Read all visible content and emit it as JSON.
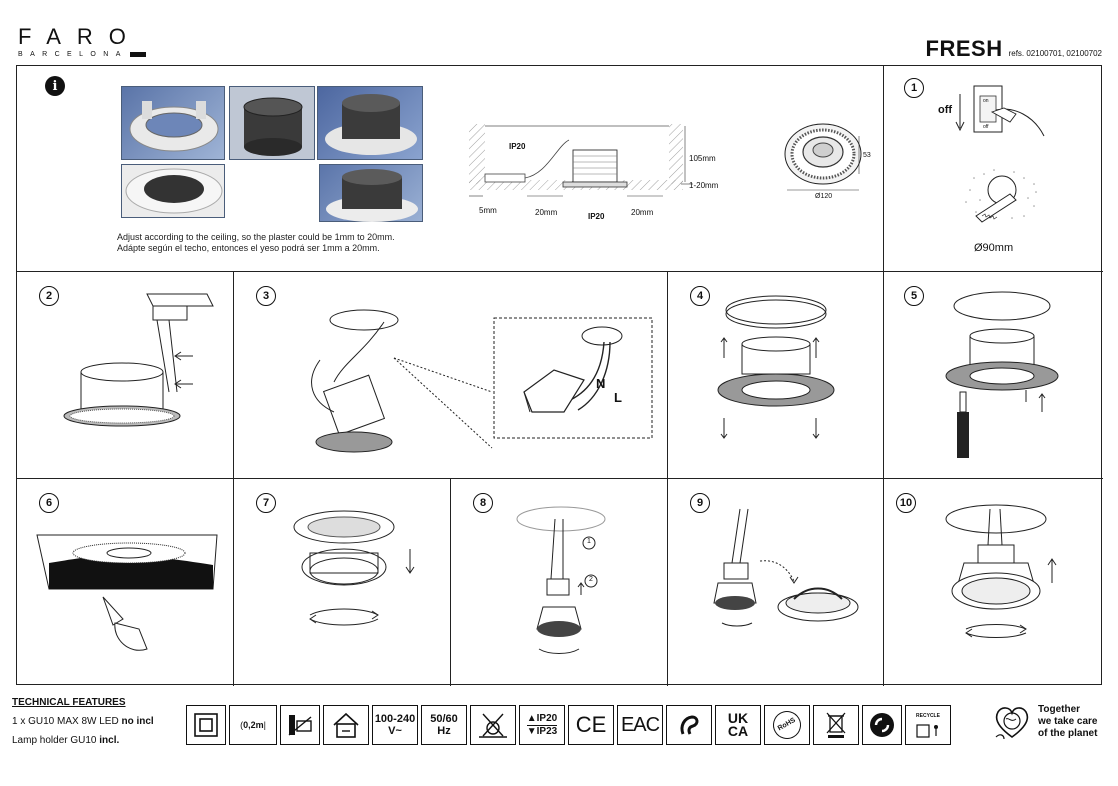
{
  "brand": {
    "name": "FARO",
    "sub": "BARCELONA"
  },
  "product": {
    "name": "FRESH",
    "refs": "refs. 02100701, 02100702"
  },
  "info": {
    "icon_letter": "i",
    "note_en": "Adjust according to the ceiling, so the plaster could be 1mm to 20mm.",
    "note_es": "Adápte según el techo, entonces el yeso podrá ser 1mm a 20mm.",
    "diagram": {
      "ip_top": "IP20",
      "ip_bottom": "IP20",
      "height": "105mm",
      "plaster": "1-20mm",
      "left_gap": "5mm",
      "side_left": "20mm",
      "side_right": "20mm",
      "product_height": "53",
      "product_diameter": "Ø120"
    }
  },
  "steps": [
    {
      "num": "1",
      "label_off": "off",
      "switch_on": "on",
      "switch_off": "off",
      "cut": "Ø90mm"
    },
    {
      "num": "2"
    },
    {
      "num": "3",
      "n": "N",
      "l": "L"
    },
    {
      "num": "4"
    },
    {
      "num": "5"
    },
    {
      "num": "6"
    },
    {
      "num": "7"
    },
    {
      "num": "8",
      "sub1": "1",
      "sub2": "2"
    },
    {
      "num": "9"
    },
    {
      "num": "10"
    }
  ],
  "tech": {
    "title": "TECHNICAL FEATURES",
    "line1_pre": "1 x GU10 MAX 8W LED ",
    "line1_bold": "no incl",
    "line2_pre": "Lamp holder GU10 ",
    "line2_bold": "incl."
  },
  "footer_icons": {
    "distance": "0,2m",
    "voltage_top": "100-240",
    "voltage_bottom": "V~",
    "freq_top": "50/60",
    "freq_bottom": "Hz",
    "ip_top": "IP20",
    "ip_bottom": "IP23",
    "ce": "CE",
    "eac": "EAC",
    "ukca_top": "UK",
    "ukca_bottom": "CA",
    "rohs": "RoHS",
    "recycle": "RECYCLE"
  },
  "planet": {
    "line1": "Together",
    "line2": "we take care",
    "line3": "of the planet"
  }
}
